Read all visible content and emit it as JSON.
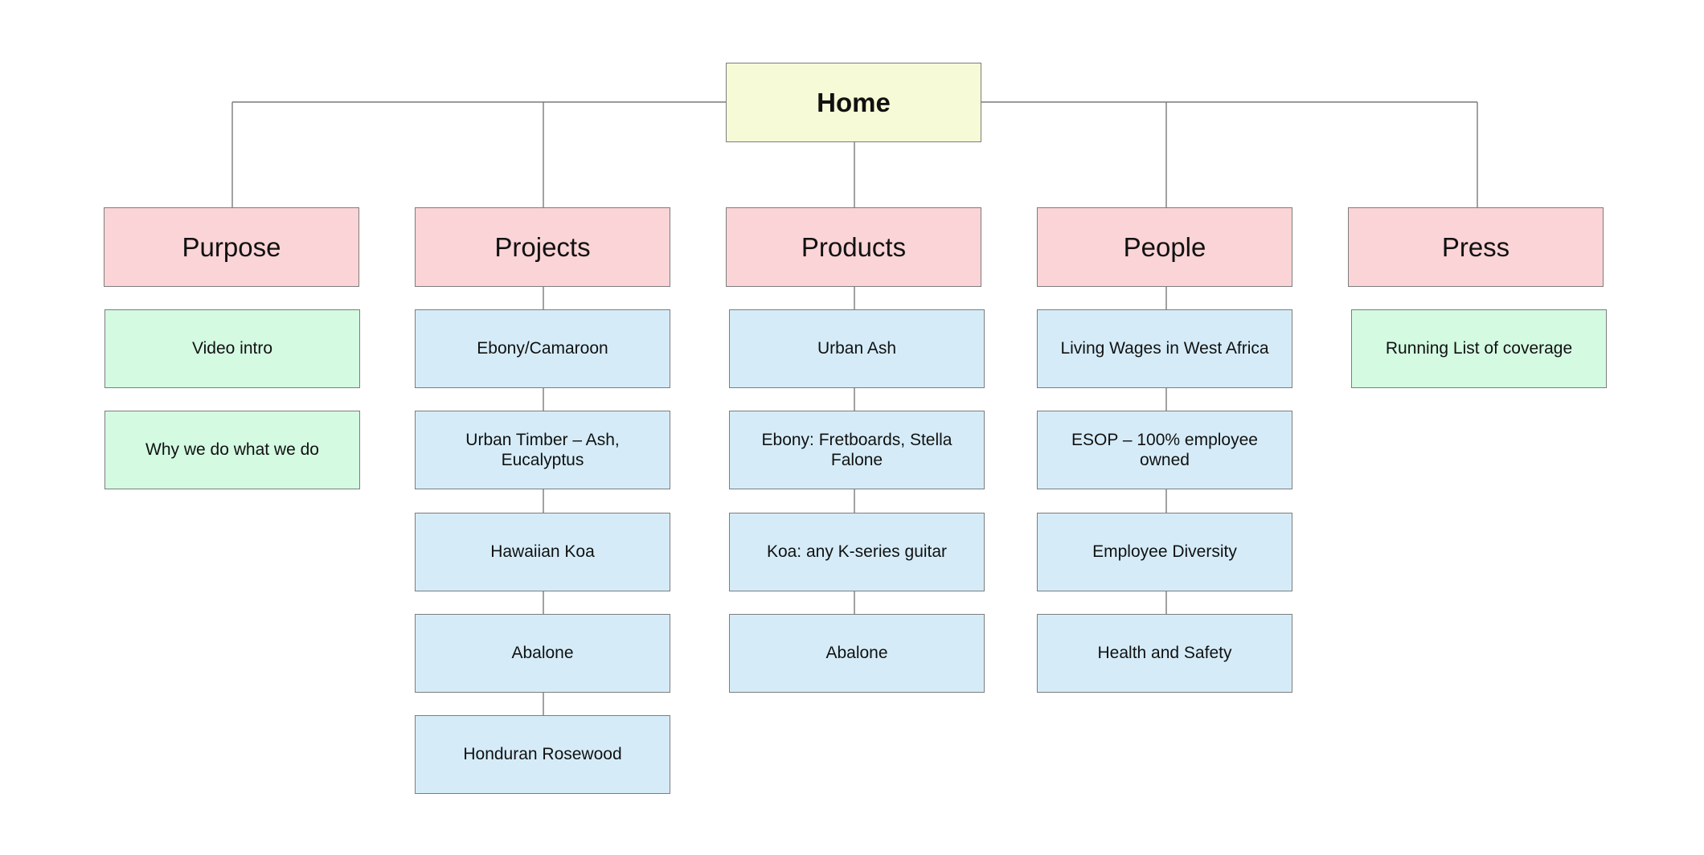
{
  "home": "Home",
  "colors": {
    "home": "#f7fad6",
    "section": "#fad4d6",
    "leaf_green": "#d4fae2",
    "leaf_blue": "#d5ecf8",
    "border": "#7d7d7d"
  },
  "sections": [
    {
      "label": "Purpose",
      "items": [
        "Video intro",
        "Why we do what we do"
      ]
    },
    {
      "label": "Projects",
      "items": [
        "Ebony/Camaroon",
        "Urban Timber – Ash, Eucalyptus",
        "Hawaiian Koa",
        "Abalone",
        "Honduran Rosewood"
      ]
    },
    {
      "label": "Products",
      "items": [
        "Urban Ash",
        "Ebony: Fretboards, Stella Falone",
        "Koa: any K-series guitar",
        "Abalone"
      ]
    },
    {
      "label": "People",
      "items": [
        "Living Wages in West Africa",
        "ESOP – 100% employee owned",
        "Employee Diversity",
        "Health and Safety"
      ]
    },
    {
      "label": "Press",
      "items": [
        "Running List of coverage"
      ]
    }
  ]
}
